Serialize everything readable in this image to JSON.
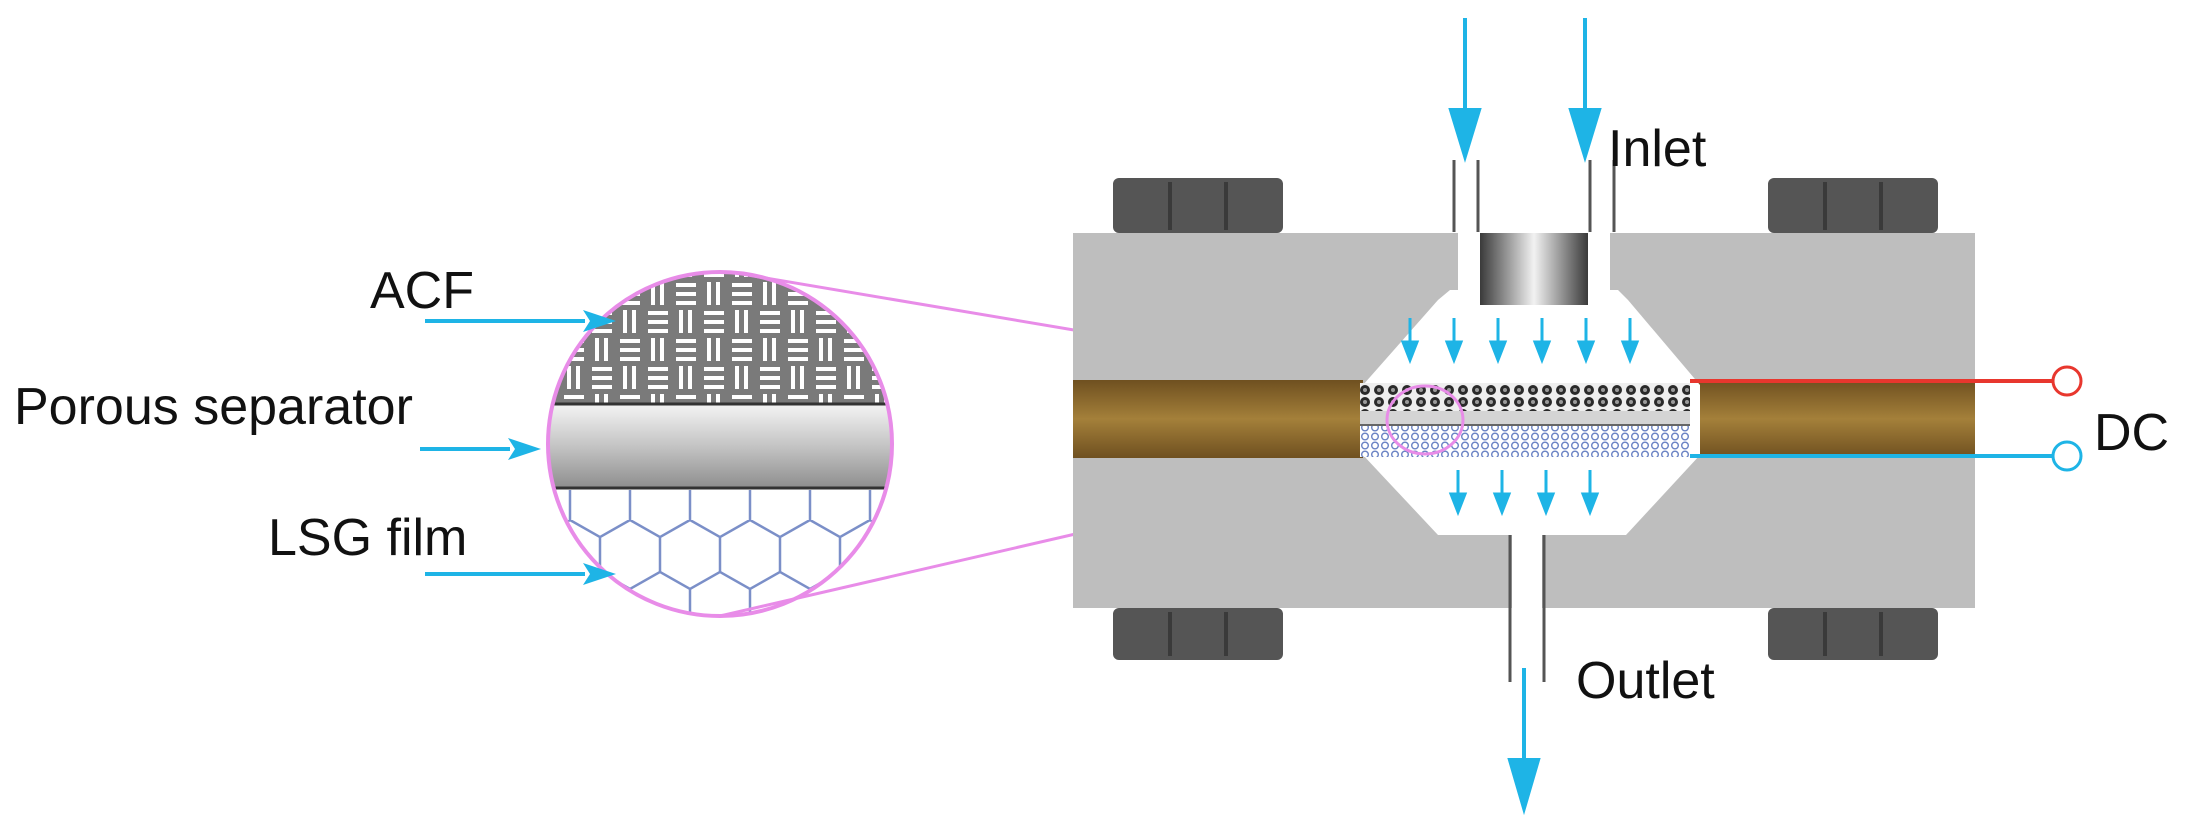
{
  "labels": {
    "acf": "ACF",
    "porous_separator": "Porous separator",
    "lsg_film": "LSG film",
    "inlet": "Inlet",
    "outlet": "Outlet",
    "dc": "DC"
  },
  "colors": {
    "flow_arrow": "#1EB4E6",
    "magnifier_outline": "#E88CE8",
    "housing": "#BEBEBE",
    "electrode_band": "#8E6A2E",
    "dc_positive_wire": "#E8372E",
    "dc_negative_wire": "#1EB4E6",
    "lsg_hexagon": "#7B8FC8"
  }
}
